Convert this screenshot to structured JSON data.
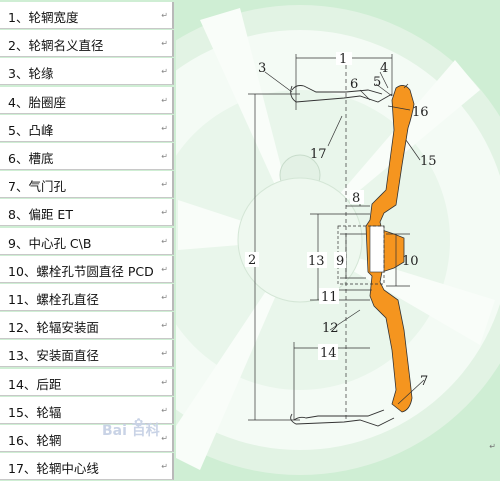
{
  "legend": {
    "items": [
      "1、轮辋宽度",
      "2、轮辋名义直径",
      "3、轮缘",
      "4、胎圈座",
      "5、凸峰",
      "6、槽底",
      "7、气门孔",
      "8、偏距 ET",
      "9、中心孔 C\\B",
      "10、螺栓孔节圆直径 PCD",
      "11、螺栓孔直径",
      "12、轮辐安装面",
      "13、安装面直径",
      "14、后距",
      "15、轮辐",
      "16、轮辋",
      "17、轮辋中心线"
    ],
    "mark": "↵"
  },
  "callouts": [
    "1",
    "2",
    "3",
    "4",
    "5",
    "6",
    "7",
    "8",
    "9",
    "10",
    "11",
    "12",
    "13",
    "14",
    "15",
    "16",
    "17"
  ],
  "watermark": {
    "text": "Bai 百科",
    "paw": "✿"
  },
  "colors": {
    "section": "#f5951f",
    "background": "#cfeed4",
    "line": "#333333"
  }
}
